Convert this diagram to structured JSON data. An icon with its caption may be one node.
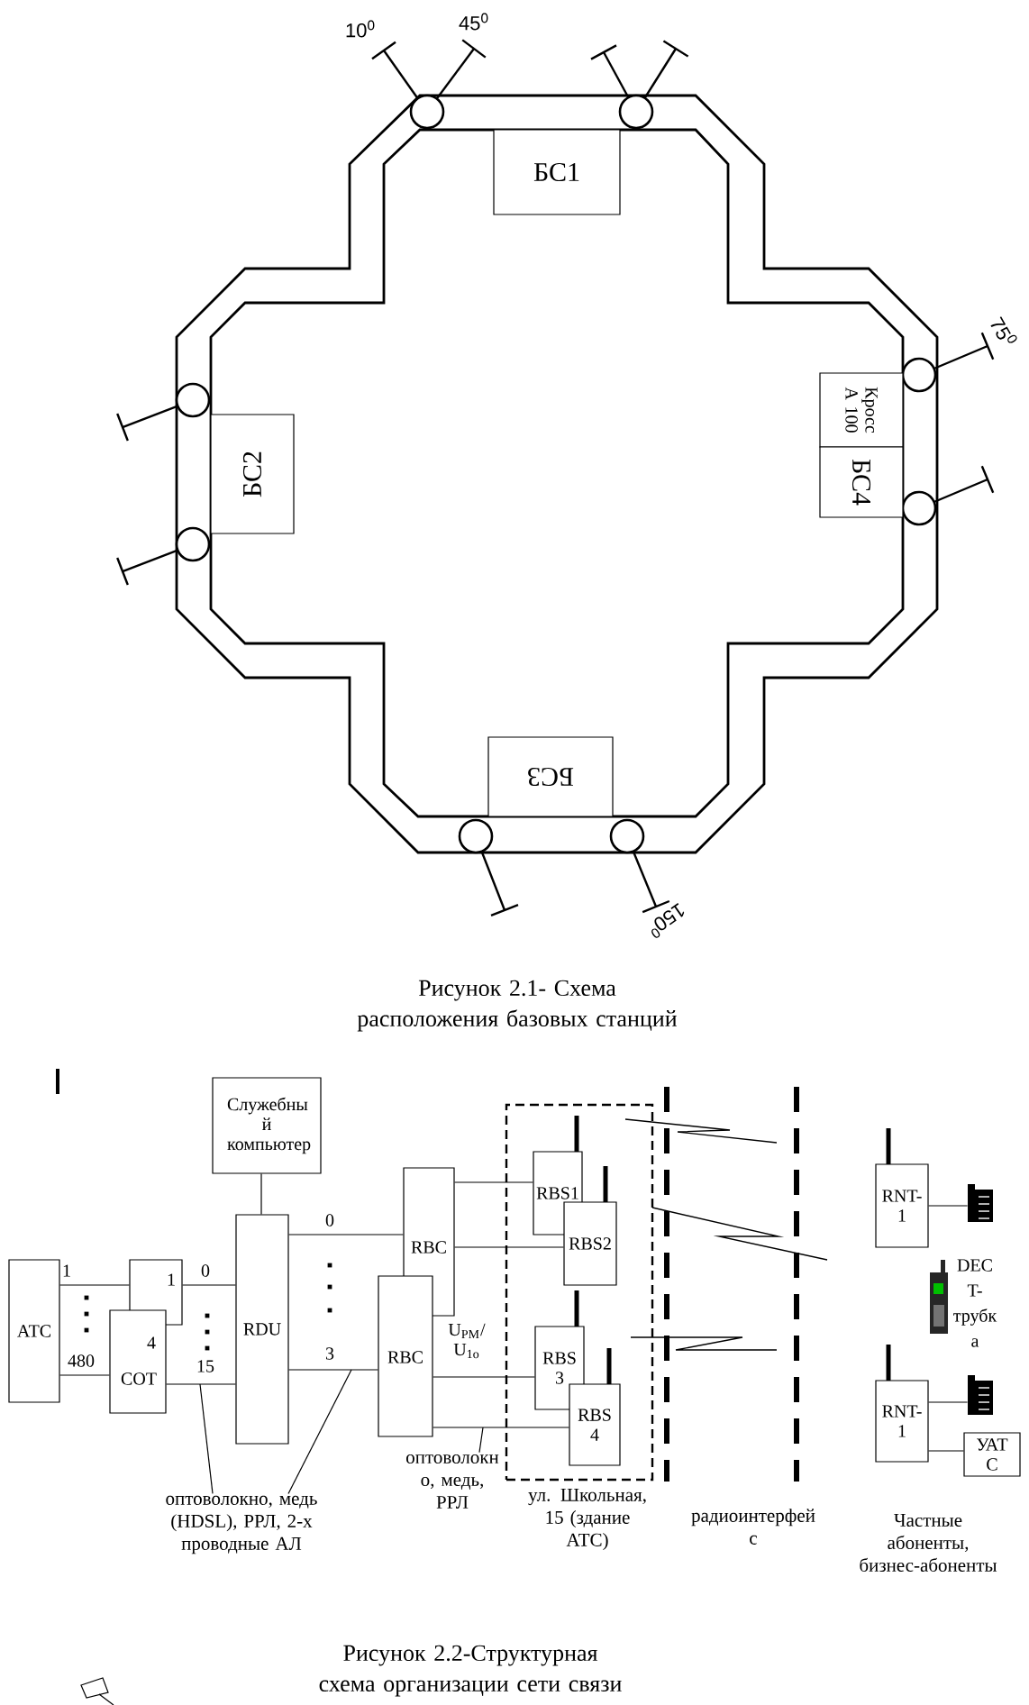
{
  "diagram": {
    "nodes": [
      {
        "text": [
          "БС1"
        ]
      },
      {
        "text": [
          "БС2"
        ]
      },
      {
        "text": [
          "Кросс А 100"
        ]
      },
      {
        "text": [
          "БС4"
        ]
      },
      {
        "text": [
          "БС3"
        ]
      },
      {
        "text": [
          "Служебны й компьютер"
        ]
      },
      {
        "text": [
          "АТС"
        ]
      },
      {
        "text": [
          "1"
        ]
      },
      {
        "text": [
          "4",
          "СОТ"
        ]
      },
      {
        "text": [
          "RDU"
        ]
      },
      {
        "text": [
          "RBC"
        ]
      },
      {
        "text": [
          "RBC"
        ]
      },
      {
        "text": [
          "ул. Школьная, 15 (здание АТС)"
        ]
      },
      {
        "text": [
          "RBS1"
        ],
        "in": 12
      },
      {
        "text": [
          "RBS2"
        ],
        "in": 12
      },
      {
        "text": [
          "RBS 3"
        ],
        "in": 12
      },
      {
        "text": [
          "RBS 4"
        ],
        "in": 12
      },
      {
        "text": [
          "RNT- 1"
        ]
      },
      {
        "text": [],
        "shape": "telephone"
      },
      {
        "text": [
          "RNT- 1"
        ]
      },
      {
        "text": [],
        "shape": "telephone"
      },
      {
        "text": [
          "УАТ С"
        ]
      },
      {
        "text": [
          "оптоволокно, медь (HDSL), РРЛ, 2-х проводные АЛ"
        ]
      },
      {
        "text": [
          "оптоволокн о, медь, РРЛ"
        ]
      }
    ],
    "edges": [
      {
        "from": 5,
        "to": 9,
        "arrow": "none"
      },
      {
        "from": 6,
        "to": 7,
        "arrow": "none",
        "label": "1"
      },
      {
        "from": 6,
        "to": 8,
        "arrow": "none",
        "label": "480"
      },
      {
        "from": 7,
        "to": 9,
        "arrow": "none",
        "label": "0"
      },
      {
        "from": 8,
        "to": 9,
        "arrow": "none",
        "label": "15"
      },
      {
        "from": 9,
        "to": 10,
        "arrow": "none",
        "label": "0"
      },
      {
        "from": 9,
        "to": 11,
        "arrow": "none",
        "label": "3"
      },
      {
        "from": 10,
        "to": 13,
        "arrow": "none"
      },
      {
        "from": 10,
        "to": 14,
        "arrow": "none"
      },
      {
        "from": 11,
        "to": 15,
        "arrow": "none"
      },
      {
        "from": 11,
        "to": 16,
        "arrow": "none"
      },
      {
        "from": 17,
        "to": 18,
        "arrow": "none"
      },
      {
        "from": 19,
        "to": 20,
        "arrow": "none"
      },
      {
        "from": 19,
        "to": 21,
        "arrow": "none"
      },
      {
        "from": 22,
        "to": null,
        "arrow": "none"
      },
      {
        "from": 22,
        "to": null,
        "arrow": "none"
      },
      {
        "from": 23,
        "to": null,
        "arrow": "none"
      }
    ],
    "labels": [
      "10$^{0}$",
      "45$^{0}$",
      "75$^{0}$",
      "150$^{0}$",
      "Рисунок 2.1- Схема расположения базовых станций",
      "U$_{РМ}$/ U$_{1о}$",
      "радиоинтерфей с",
      "DEC T- трубк а",
      "Частные абоненты, бизнес-абоненты",
      "Рисунок 2.2-Структурная схема организации сети связи"
    ]
  }
}
